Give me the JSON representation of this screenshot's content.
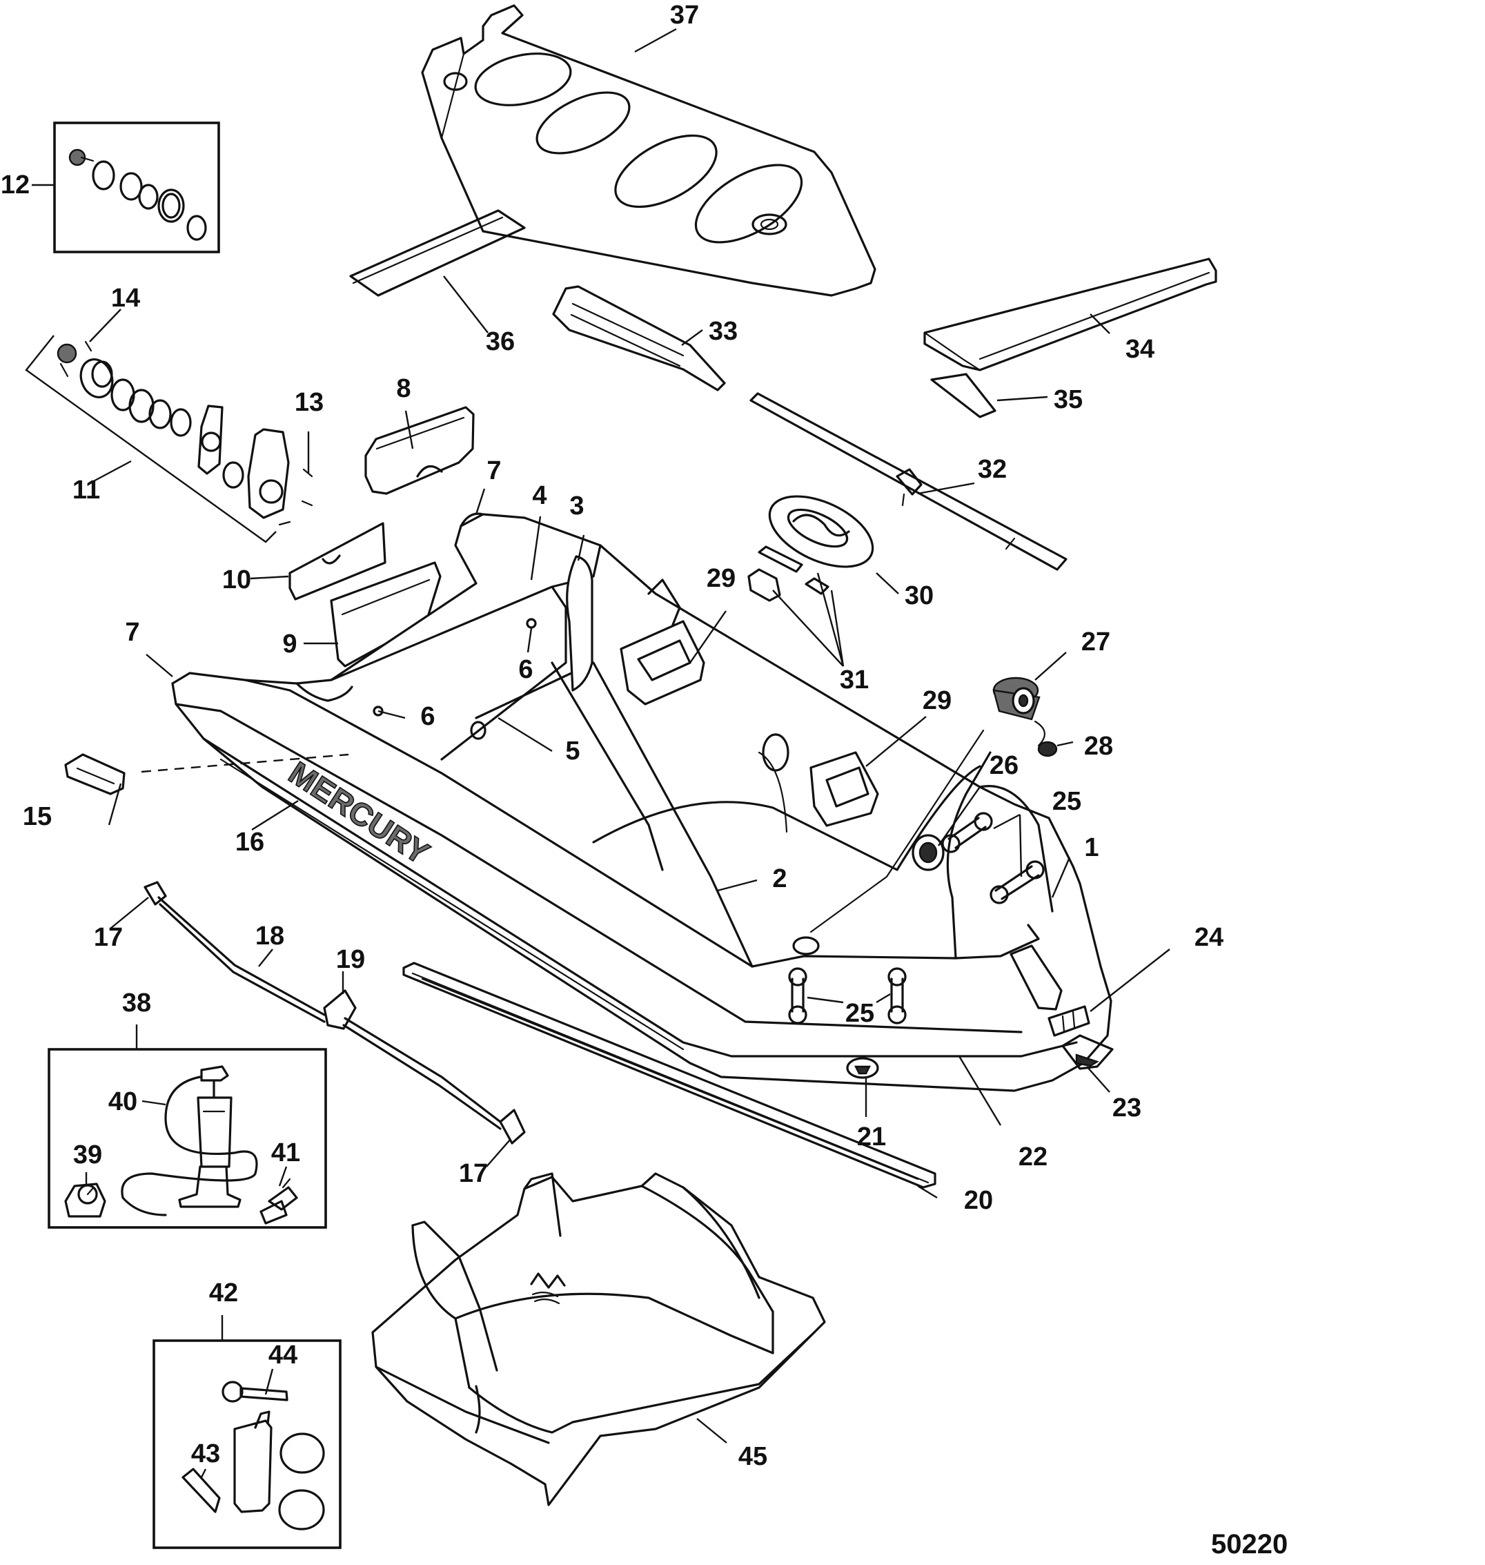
{
  "figure_id": "50220",
  "brand_text": "MERCURY",
  "callouts": [
    {
      "id": "c1",
      "text": "1"
    },
    {
      "id": "c2",
      "text": "2"
    },
    {
      "id": "c3",
      "text": "3"
    },
    {
      "id": "c4",
      "text": "4"
    },
    {
      "id": "c5",
      "text": "5"
    },
    {
      "id": "c6a",
      "text": "6"
    },
    {
      "id": "c6b",
      "text": "6"
    },
    {
      "id": "c7a",
      "text": "7"
    },
    {
      "id": "c7b",
      "text": "7"
    },
    {
      "id": "c8",
      "text": "8"
    },
    {
      "id": "c9",
      "text": "9"
    },
    {
      "id": "c10",
      "text": "10"
    },
    {
      "id": "c11",
      "text": "11"
    },
    {
      "id": "c12",
      "text": "12"
    },
    {
      "id": "c13",
      "text": "13"
    },
    {
      "id": "c14",
      "text": "14"
    },
    {
      "id": "c15",
      "text": "15"
    },
    {
      "id": "c16",
      "text": "16"
    },
    {
      "id": "c17a",
      "text": "17"
    },
    {
      "id": "c17b",
      "text": "17"
    },
    {
      "id": "c18",
      "text": "18"
    },
    {
      "id": "c19",
      "text": "19"
    },
    {
      "id": "c20",
      "text": "20"
    },
    {
      "id": "c21",
      "text": "21"
    },
    {
      "id": "c22",
      "text": "22"
    },
    {
      "id": "c23",
      "text": "23"
    },
    {
      "id": "c24",
      "text": "24"
    },
    {
      "id": "c25a",
      "text": "25"
    },
    {
      "id": "c25b",
      "text": "25"
    },
    {
      "id": "c26",
      "text": "26"
    },
    {
      "id": "c27",
      "text": "27"
    },
    {
      "id": "c28",
      "text": "28"
    },
    {
      "id": "c29a",
      "text": "29"
    },
    {
      "id": "c29b",
      "text": "29"
    },
    {
      "id": "c30",
      "text": "30"
    },
    {
      "id": "c31",
      "text": "31"
    },
    {
      "id": "c32",
      "text": "32"
    },
    {
      "id": "c33",
      "text": "33"
    },
    {
      "id": "c34",
      "text": "34"
    },
    {
      "id": "c35",
      "text": "35"
    },
    {
      "id": "c36",
      "text": "36"
    },
    {
      "id": "c37",
      "text": "37"
    },
    {
      "id": "c38",
      "text": "38"
    },
    {
      "id": "c39",
      "text": "39"
    },
    {
      "id": "c40",
      "text": "40"
    },
    {
      "id": "c41",
      "text": "41"
    },
    {
      "id": "c42",
      "text": "42"
    },
    {
      "id": "c43",
      "text": "43"
    },
    {
      "id": "c44",
      "text": "44"
    },
    {
      "id": "c45",
      "text": "45"
    }
  ]
}
